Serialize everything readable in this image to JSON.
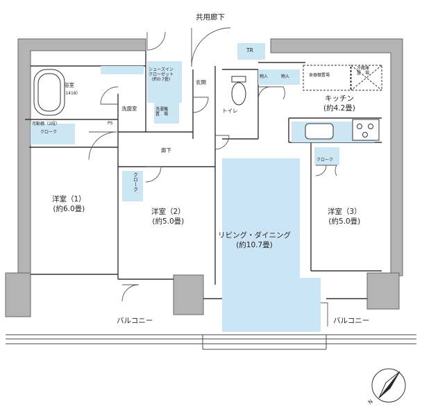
{
  "labels": {
    "common_corridor": "共用廊下",
    "tr": "TR",
    "bath": "浴室",
    "bath_size": "(1418)",
    "shoes_in_closet": "シューズイン\nクローゼット\n(約0.7畳)",
    "entrance": "玄関",
    "storage_1": "物入",
    "storage_2": "物入",
    "dish_washer_space": "食器棚置場",
    "fridge_space": "冷蔵庫\n置　場",
    "kitchen": "キッチン\n(約4.2畳)",
    "washroom": "洗面室",
    "washer_space": "洗濯機\n置　場",
    "toilet": "トイレ",
    "ps": "PS",
    "shelf": "可動棚（2段）",
    "closet_1": "クローク",
    "closet_2": "クローク",
    "closet_3": "クローク",
    "hallway": "廊下",
    "room1": "洋室（1）\n(約6.0畳)",
    "room2": "洋室（2）\n(約5.0畳)",
    "room3": "洋室（3）\n(約5.0畳)",
    "living": "リビング・ダイニング\n(約10.7畳)",
    "balcony_left": "バルコニー",
    "balcony_right": "バルコニー",
    "north": "N"
  },
  "colors": {
    "wall": "#b4b4b4",
    "storage_fill": "#cde6f4",
    "living_fill": "#cce5f6",
    "line": "#333333"
  }
}
